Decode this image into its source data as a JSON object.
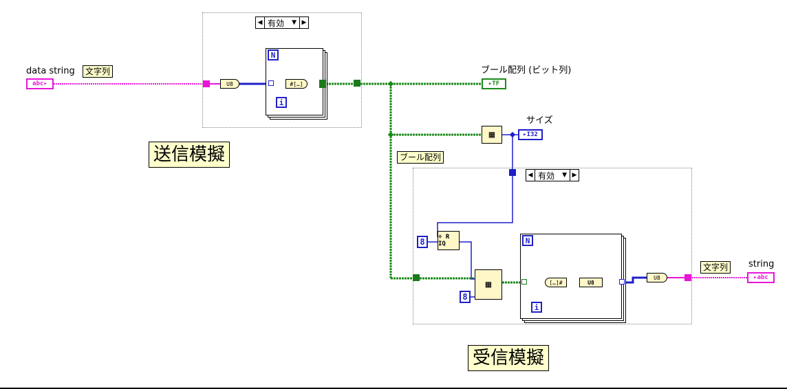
{
  "labels": {
    "data_string": "data string",
    "bool_array_bits": "ブール配列 (ビット列)",
    "size": "サイズ",
    "string": "string"
  },
  "comments": {
    "text_string_1": "文字列",
    "text_string_2": "文字列",
    "bool_array": "ブール配列",
    "send_sim": "送信模擬",
    "recv_sim": "受信模擬"
  },
  "case_selectors": {
    "top": "有効",
    "bottom": "有効"
  },
  "terminals": {
    "data_string_type": "abc",
    "bool_out_type": "TF",
    "size_type": "I32",
    "string_out_type": "abc"
  },
  "loop_terminals": {
    "n": "N",
    "i": "i"
  },
  "constants": {
    "divisor": "8",
    "reshape_dim": "8"
  },
  "nodes": {
    "string_to_u8": "U8",
    "num_to_bool": "#[…]",
    "quotient": "÷ R IQ",
    "bool_to_num": "[…]#",
    "to_u8": "U8",
    "u8_to_string": "U8"
  },
  "colors": {
    "string_wire": "#e815d8",
    "bool_wire": "#1b8a1b",
    "numeric_wire": "#1f1fc8",
    "comment_bg": "#ffffcc"
  }
}
